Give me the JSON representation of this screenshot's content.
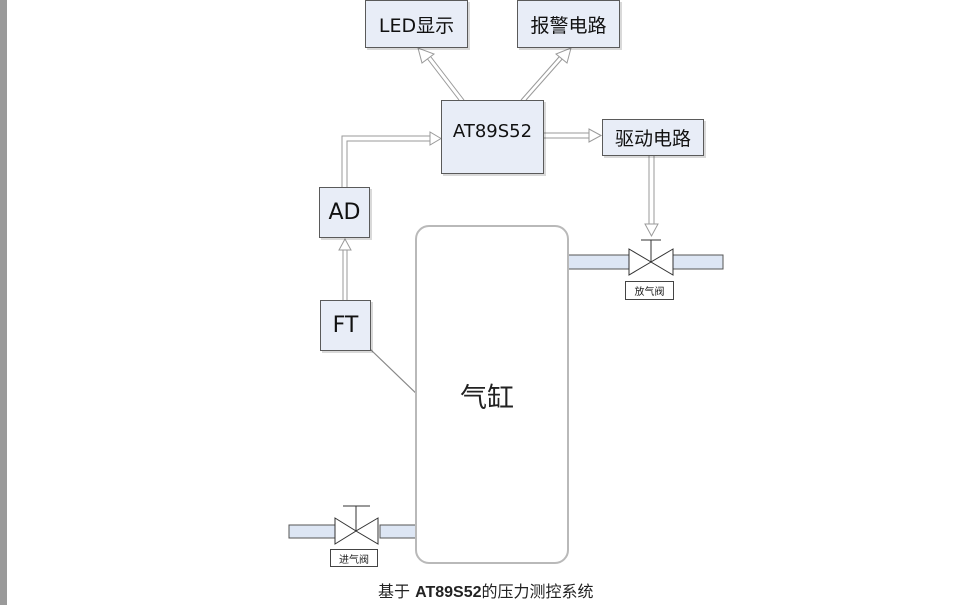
{
  "blocks": {
    "led": "LED显示",
    "alarm": "报警电路",
    "mcu": "AT89S52",
    "driver": "驱动电路",
    "ad": "AD",
    "ft": "FT"
  },
  "tank": {
    "label": "气缸"
  },
  "valves": {
    "outlet": "放气阀",
    "inlet": "进气阀"
  },
  "caption": {
    "prefix": "基于 ",
    "chip": "AT89S52",
    "suffix": "的压力测控系统"
  }
}
